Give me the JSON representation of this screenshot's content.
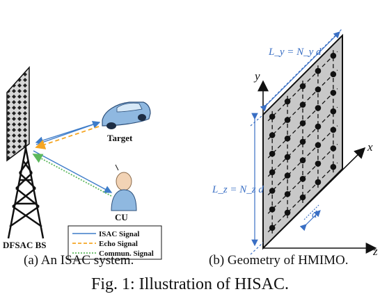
{
  "panel_a": {
    "bs_label": "DFSAC BS",
    "target_label": "Target",
    "user_label": "CU",
    "legend": [
      {
        "label": "ISAC Signal",
        "color": "#3d7cc9",
        "style": "solid"
      },
      {
        "label": "Echo Signal",
        "color": "#f5a623",
        "style": "dashed"
      },
      {
        "label": "Commun. Signal",
        "color": "#5cb85c",
        "style": "dotted"
      }
    ]
  },
  "panel_b": {
    "axis_y": "y",
    "axis_x": "x",
    "axis_z": "z",
    "ly_label": "L_y = N_y d",
    "lz_label": "L_z = N_z d",
    "d_label": "d"
  },
  "captions": {
    "sub_a": "(a) An ISAC system.",
    "sub_b": "(b) Geometry of HMIMO.",
    "main": "Fig. 1: Illustration of HISAC."
  },
  "colors": {
    "blue_annot": "#3a6fc4",
    "panel_fill": "#c8c8c8"
  }
}
